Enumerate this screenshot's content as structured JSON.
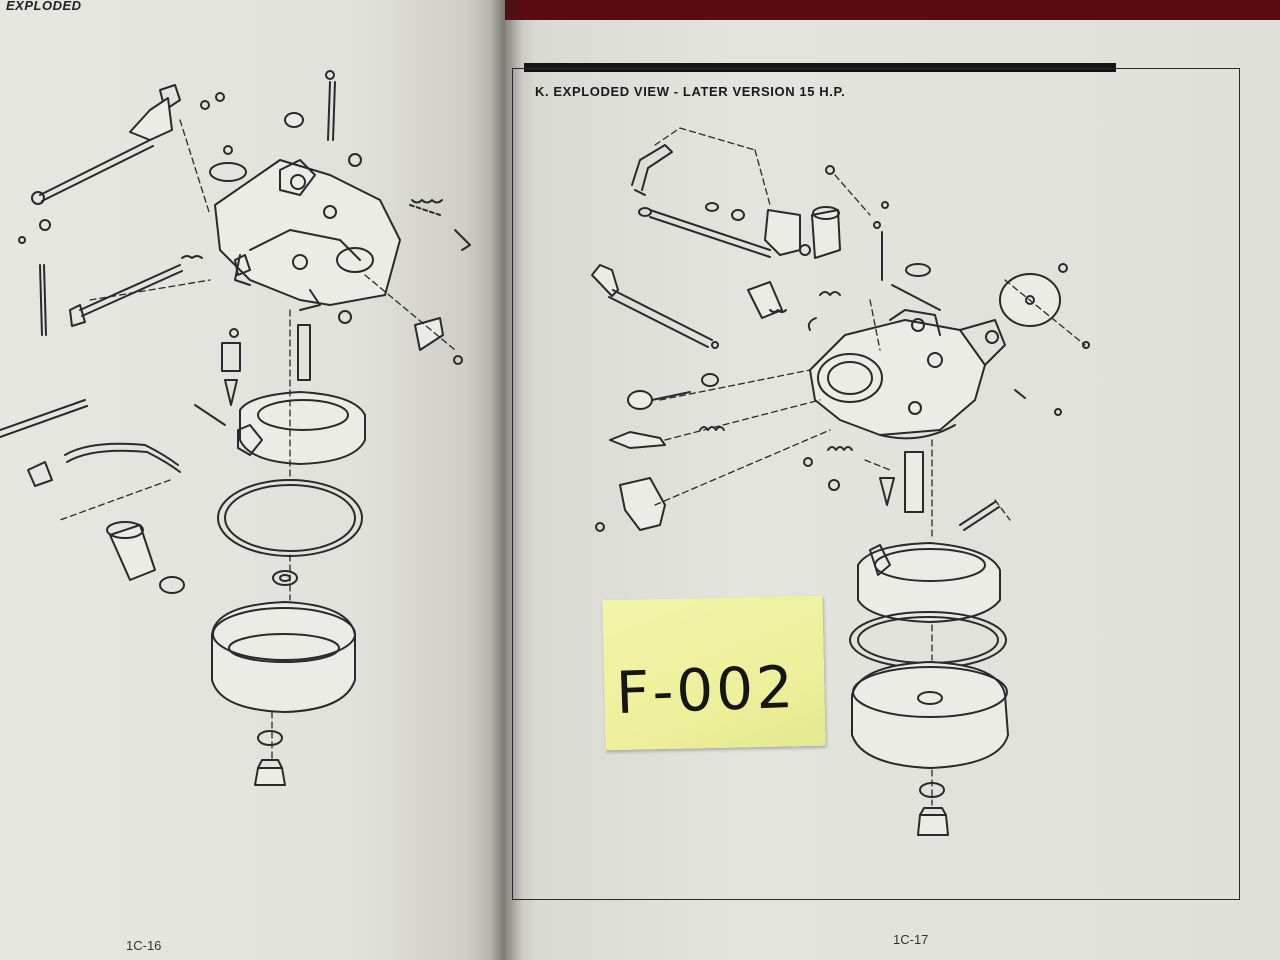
{
  "left_page": {
    "header": "EXPLODED",
    "page_number": "1C-16"
  },
  "right_page": {
    "section_title": "K. EXPLODED VIEW - LATER VERSION 15 H.P.",
    "page_number": "1C-17"
  },
  "sticky_note": {
    "text": "F-002"
  },
  "colors": {
    "background_red": "#5a0d10",
    "paper": "#e4e4de",
    "ink": "#1a1a1a",
    "sticky": "#eef09c"
  }
}
